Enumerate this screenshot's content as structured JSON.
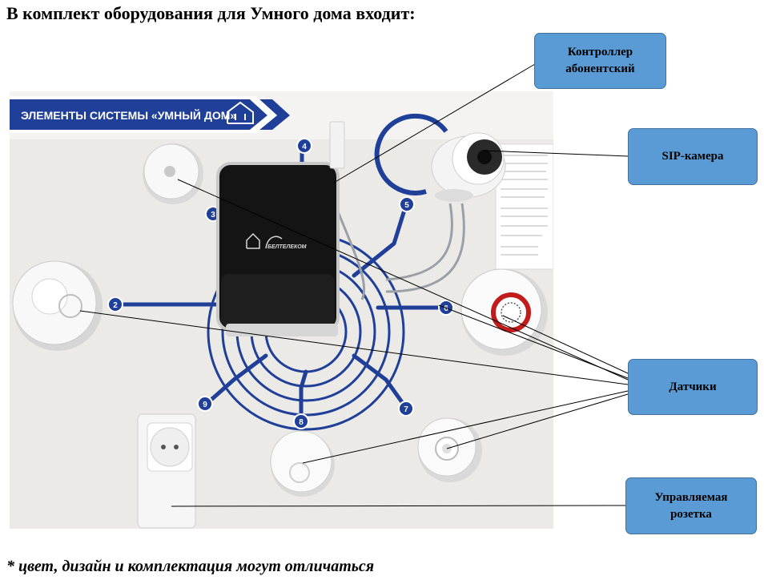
{
  "title": "В комплект оборудования для Умного дома входит:",
  "footnote": "* цвет, дизайн и комплектация могут отличаться",
  "photo": {
    "banner": "ЭЛЕМЕНТЫ СИСТЕМЫ «УМНЫЙ ДОМ»",
    "brand": "БЕЛТЕЛЕКОМ",
    "node_numbers": [
      "2",
      "3",
      "4",
      "5",
      "6",
      "7",
      "8",
      "9"
    ]
  },
  "callouts": {
    "controller": "Контроллер абонентский",
    "sip_camera": "SIP-камера",
    "sensors": "Датчики",
    "socket": "Управляемая розетка"
  },
  "colors": {
    "callout_fill": "#5b9bd5",
    "callout_border": "#41719c",
    "diagram_blue": "#1f3f98"
  }
}
